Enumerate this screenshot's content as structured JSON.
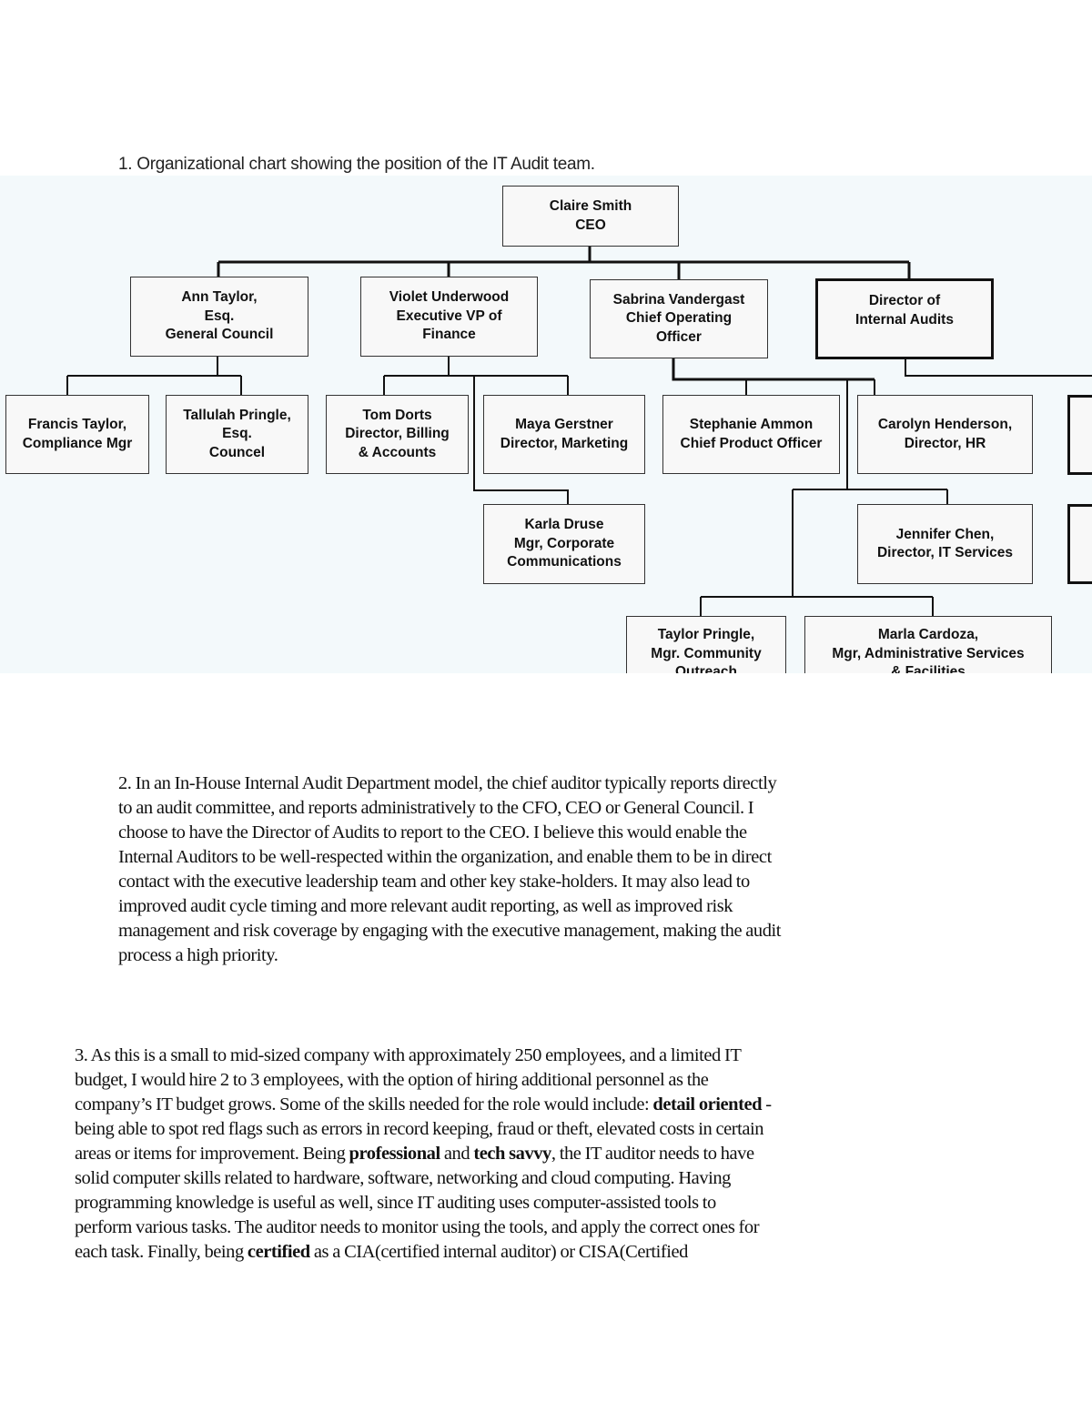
{
  "caption": "1. Organizational chart showing the position of the IT Audit team.",
  "chart": {
    "background": "#f3f9fb",
    "boxes": {
      "ceo": "Claire Smith\nCEO",
      "ann": "Ann Taylor,\nEsq.\nGeneral Council",
      "violet": "Violet Underwood\nExecutive VP of\nFinance",
      "sabrina": "Sabrina Vandergast\nChief Operating\nOfficer",
      "director_audits": "Director of\nInternal Audits",
      "francis": "Francis Taylor,\nCompliance Mgr",
      "tallulah": "Tallulah Pringle,\nEsq.\nCouncel",
      "tom": "Tom Dorts\nDirector, Billing\n& Accounts",
      "maya": "Maya Gerstner\nDirector, Marketing",
      "karla": "Karla Druse\nMgr, Corporate\nCommunications",
      "stephanie": "Stephanie Ammon\nChief Product Officer",
      "carolyn": "Carolyn Henderson,\nDirector, HR",
      "jennifer": "Jennifer Chen,\nDirector, IT Services",
      "taylor": "Taylor Pringle,\nMgr. Community\nOutreach",
      "marla": "Marla Cardoza,\nMgr, Administrative Services\n& Facilities"
    }
  },
  "paragraph2": [
    [
      {
        "t": "2. In an In-House Internal Audit Department model, the chief auditor typically reports directly"
      }
    ],
    [
      {
        "t": "to an audit committee, and reports administratively to the CFO, CEO or General Council. I"
      }
    ],
    [
      {
        "t": "choose to have the Director of Audits to report to the CEO. I believe this would enable the"
      }
    ],
    [
      {
        "t": "Internal Auditors to be well-respected within the organization, and enable them to be in direct"
      }
    ],
    [
      {
        "t": "contact with the executive leadership team and other key stake-holders. It may also lead to"
      }
    ],
    [
      {
        "t": "improved audit cycle timing and more relevant audit reporting, as well as improved risk"
      }
    ],
    [
      {
        "t": "management and risk coverage by engaging with the executive management, making the audit"
      }
    ],
    [
      {
        "t": "process a high priority."
      }
    ]
  ],
  "paragraph3": [
    [
      {
        "t": "3.  As this is a small to mid-sized company with approximately 250 employees, and a limited IT"
      }
    ],
    [
      {
        "t": "budget, I would hire 2 to 3 employees, with the option of hiring additional personnel as the"
      }
    ],
    [
      {
        "t": "company’s IT budget grows. Some of the skills needed for the role would include: "
      },
      {
        "t": "detail oriented",
        "b": true
      },
      {
        "t": " -"
      }
    ],
    [
      {
        "t": "being able to spot red flags such as errors in record keeping, fraud or theft, elevated costs in certain"
      }
    ],
    [
      {
        "t": "areas or items for improvement. Being "
      },
      {
        "t": "professional",
        "b": true
      },
      {
        "t": " and "
      },
      {
        "t": "tech savvy",
        "b": true
      },
      {
        "t": ", the IT auditor needs to have"
      }
    ],
    [
      {
        "t": "solid computer skills related to hardware, software, networking and cloud computing. Having"
      }
    ],
    [
      {
        "t": "programming knowledge is useful as well, since IT auditing uses computer-assisted tools to"
      }
    ],
    [
      {
        "t": "perform various tasks. The auditor needs to monitor using the tools, and apply the correct ones for"
      }
    ],
    [
      {
        "t": "each task. Finally, being "
      },
      {
        "t": "certified",
        "b": true
      },
      {
        "t": " as a CIA(certified internal auditor) or CISA(Certified"
      }
    ]
  ]
}
